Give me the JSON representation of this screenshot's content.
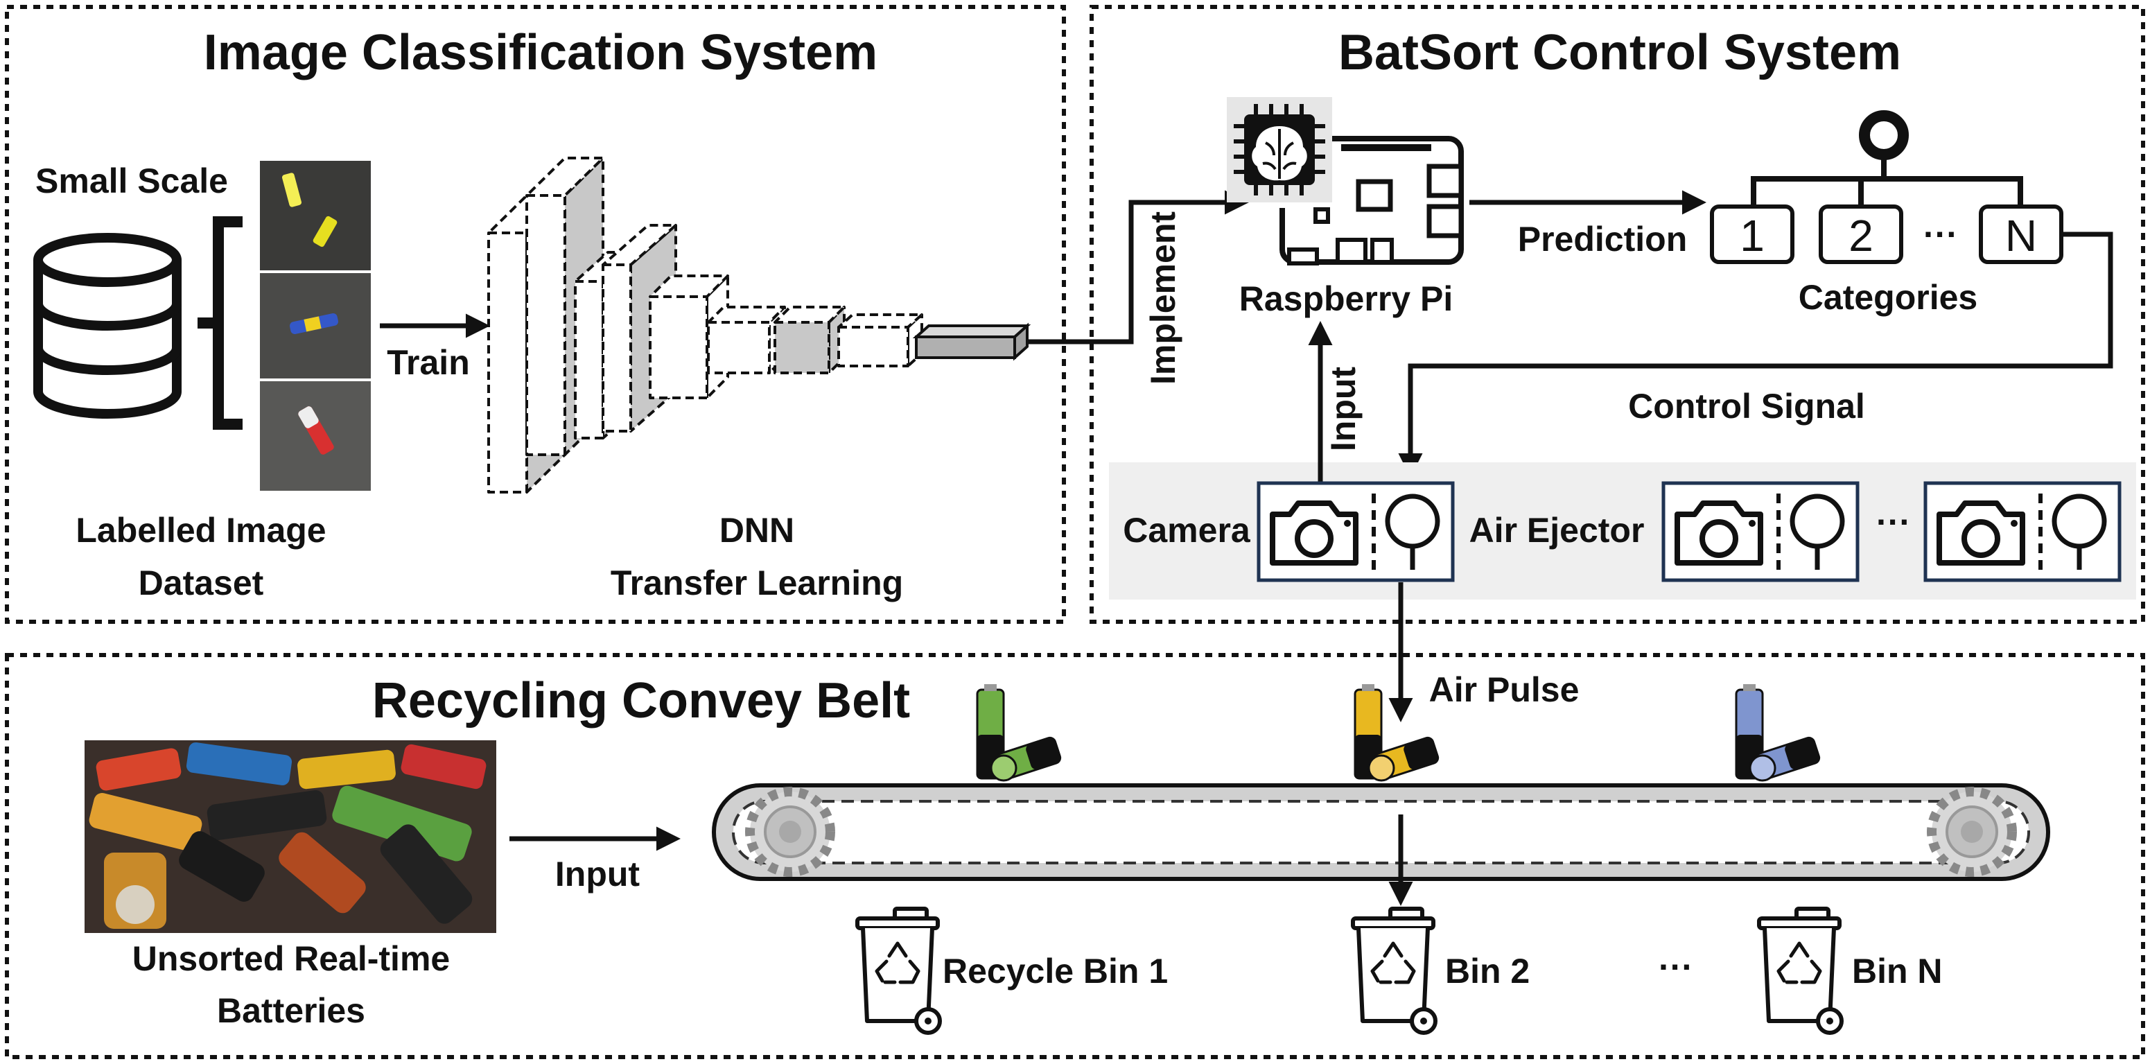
{
  "sections": {
    "image_classification": "Image Classification System",
    "control": "BatSort Control System",
    "belt": "Recycling Convey Belt"
  },
  "classification": {
    "small_scale": "Small Scale",
    "dataset_line1": "Labelled Image",
    "dataset_line2": "Dataset",
    "train": "Train",
    "dnn_line1": "DNN",
    "dnn_line2": "Transfer Learning"
  },
  "control": {
    "implement": "Implement",
    "raspberry_pi": "Raspberry Pi",
    "prediction": "Prediction",
    "categories": [
      "1",
      "2",
      "N"
    ],
    "categories_dots": "···",
    "categories_label": "Categories",
    "input": "Input",
    "control_signal": "Control Signal",
    "camera": "Camera",
    "air_ejector": "Air Ejector",
    "unit_dots": "···"
  },
  "belt": {
    "air_pulse": "Air Pulse",
    "input": "Input",
    "unsorted_line1": "Unsorted Real-time",
    "unsorted_line2": "Batteries",
    "bins": [
      "Recycle Bin 1",
      "Bin 2",
      "Bin N"
    ],
    "bin_dots": "···",
    "battery_colors": [
      "#6fae45",
      "#e8b820",
      "#7f95cf"
    ]
  },
  "colors": {
    "ejector_border": "#1f3352",
    "panel_bg": "#efefef",
    "dnn_shade": "#c8c8c8"
  }
}
